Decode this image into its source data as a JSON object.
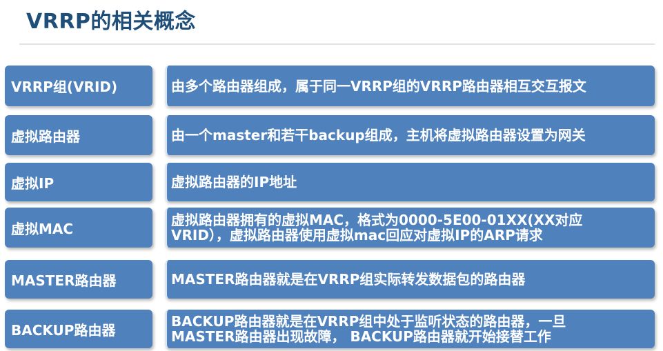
{
  "header": {
    "title": "VRRP的相关概念"
  },
  "rows": [
    {
      "term": "VRRP组(VRID)",
      "definition": "由多个路由器组成，属于同一VRRP组的VRRP路由器相互交互报文"
    },
    {
      "term": "虚拟路由器",
      "definition": "由一个master和若干backup组成，主机将虚拟路由器设置为网关"
    },
    {
      "term": "虚拟IP",
      "definition": "虚拟路由器的IP地址"
    },
    {
      "term": "虚拟MAC",
      "definition": "虚拟路由器拥有的虚拟MAC，格式为0000-5E00-01XX(XX对应\nVRID），虚拟路由器使用虚拟mac回应对虚拟IP的ARP请求"
    },
    {
      "term": "MASTER路由器",
      "definition": "MASTER路由器就是在VRRP组实际转发数据包的路由器"
    },
    {
      "term": "BACKUP路由器",
      "definition": "BACKUP路由器就是在VRRP组中处于监听状态的路由器，一旦\nMASTER路由器出现故障， BACKUP路由器就开始接替工作"
    }
  ],
  "colors": {
    "title": "#1f4e79",
    "box_fill": "#4f81bd",
    "box_text": "#ffffff"
  }
}
